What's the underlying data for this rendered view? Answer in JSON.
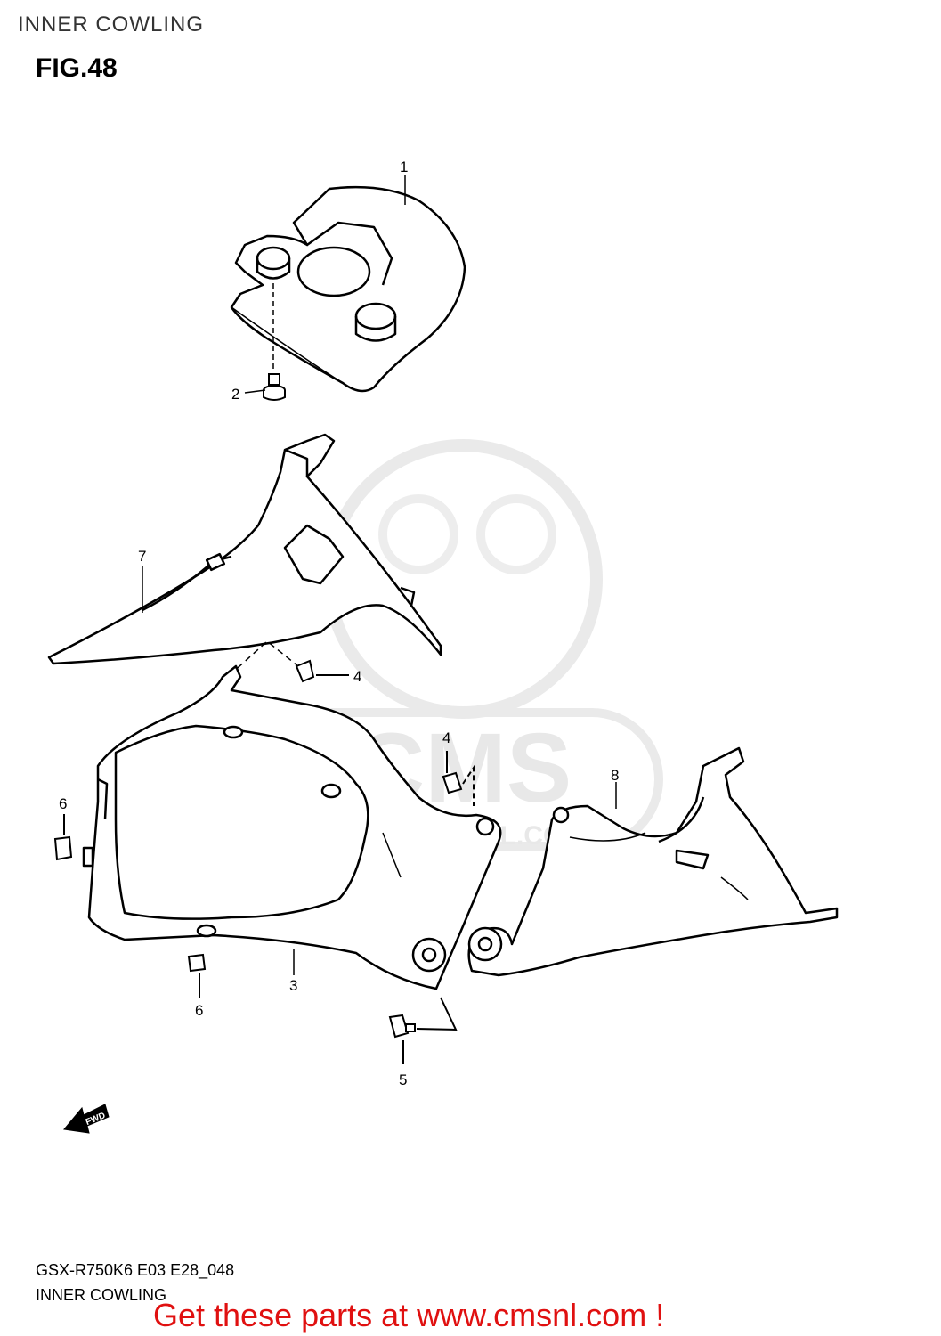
{
  "header": {
    "title": "INNER COWLING",
    "figure": "FIG.48"
  },
  "callouts": {
    "c1": "1",
    "c2": "2",
    "c3": "3",
    "c4a": "4",
    "c4b": "4",
    "c5": "5",
    "c6a": "6",
    "c6b": "6",
    "c7": "7",
    "c8": "8"
  },
  "fwd_label": "FWD",
  "watermark": {
    "brand": "CMS",
    "url": "WWW.CMSNL.COM"
  },
  "footer": {
    "code": "GSX-R750K6 E03 E28_048",
    "name": "INNER COWLING",
    "cta": "Get these parts at www.cmsnl.com !",
    "cta_color": "#e01010"
  }
}
